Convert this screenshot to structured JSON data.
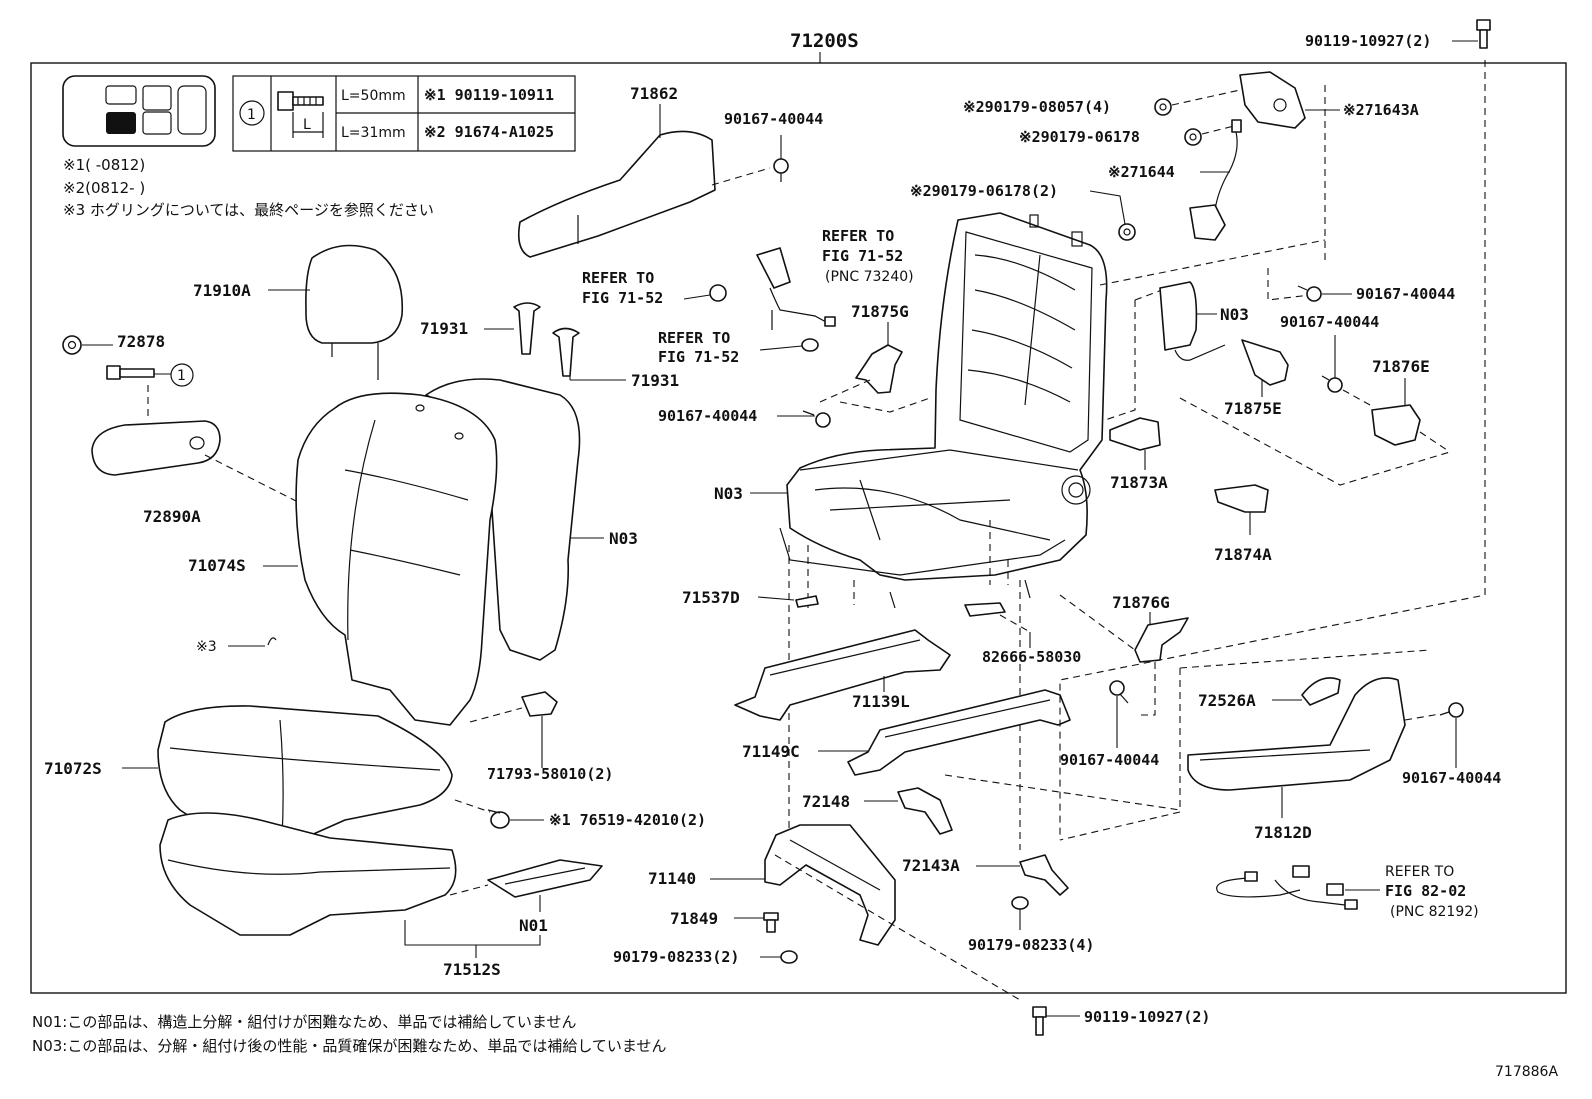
{
  "title_assembly": "71200S",
  "figure_id": "717886A",
  "legend": {
    "fastener_row1_length": "L=50mm",
    "fastener_row1_part": "※1 90119-10911",
    "fastener_row2_length": "L=31mm",
    "fastener_row2_part": "※2 91674-A1025",
    "fastener_circle": "1",
    "fastener_dim": "L",
    "remark1": "※1(      -0812)",
    "remark2": "※2(0812-      )",
    "remark3": "※3  ホグリングについては、最終ページを参照ください"
  },
  "parts": {
    "p71862": "71862",
    "p90167_a": "90167-40044",
    "p71910A": "71910A",
    "p72878": "72878",
    "p71931_a": "71931",
    "p71931_b": "71931",
    "p72890A": "72890A",
    "p71074S": "71074S",
    "pN03_a": "N03",
    "p_ref3": "※3",
    "p71072S": "71072S",
    "p71793": "71793-58010(2)",
    "p76519": "※1 76519-42010(2)",
    "pN01": "N01",
    "p71512S": "71512S",
    "ref1_a": "REFER TO",
    "ref1_b": "FIG 71-52",
    "ref2_a": "REFER TO",
    "ref2_b": "FIG 71-52",
    "ref2_c": "(PNC 73240)",
    "ref3_a": "REFER TO",
    "ref3_b": "FIG 71-52",
    "p71875G": "71875G",
    "p90167_b": "90167-40044",
    "pN03_b": "N03",
    "p71537D": "71537D",
    "p82666": "82666-58030",
    "p71139L": "71139L",
    "p71149C": "71149C",
    "p72148": "72148",
    "p71140": "71140",
    "p71849": "71849",
    "p90179_a": "90179-08233(2)",
    "p72143A": "72143A",
    "p90179_b": "90179-08233(4)",
    "p90119_bottom": "90119-10927(2)",
    "p90119_top": "90119-10927(2)",
    "p90179_08057": "※290179-08057(4)",
    "p71643A": "※271643A",
    "p90179_06178_a": "※290179-06178",
    "p71644": "※271644",
    "p90179_06178_b": "※290179-06178(2)",
    "p90167_c": "90167-40044",
    "pN03_c": "N03",
    "p90167_d": "90167-40044",
    "p71875E": "71875E",
    "p71876E": "71876E",
    "p71873A": "71873A",
    "p71874A": "71874A",
    "p71876G": "71876G",
    "p90167_e": "90167-40044",
    "p72526A": "72526A",
    "p90167_f": "90167-40044",
    "p71812D": "71812D",
    "ref4_a": "REFER TO",
    "ref4_b": "FIG 82-02",
    "ref4_c": "(PNC 82192)"
  },
  "notes": {
    "n01": "N01:この部品は、構造上分解・組付けが困難なため、単品では補給していません",
    "n03": "N03:この部品は、分解・組付け後の性能・品質確保が困難なため、単品では補給していません"
  }
}
